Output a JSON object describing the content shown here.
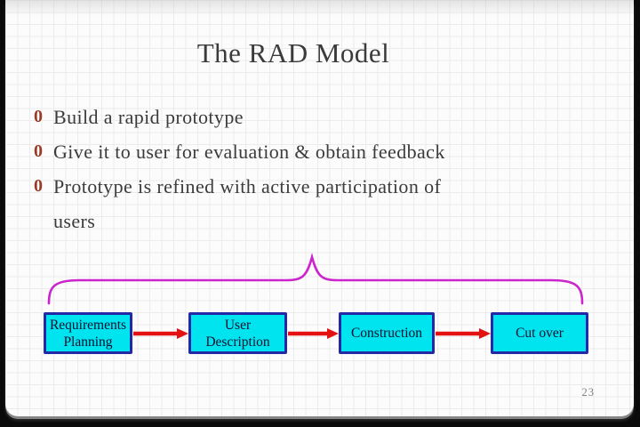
{
  "slide": {
    "title": "The RAD Model",
    "bullets": [
      {
        "marker": "0",
        "text": "Build a rapid prototype"
      },
      {
        "marker": "0",
        "text": "Give it to user for evaluation & obtain feedback"
      },
      {
        "marker": "0",
        "text": "Prototype is refined with active participation of\nusers"
      }
    ],
    "page_number": "23"
  },
  "diagram": {
    "boxes": [
      {
        "label": "Requirements Planning"
      },
      {
        "label": "User Description"
      },
      {
        "label": "Construction"
      },
      {
        "label": "Cut over"
      }
    ],
    "flow": "Requirements Planning -> User Description -> Construction -> Cut over"
  },
  "colors": {
    "title-text": "#3b3b3b",
    "body-text": "#3b3b3b",
    "bullet-marker": "#9a3b28",
    "brace": "#cb25cb",
    "arrow": "#e31111",
    "box-fill": "#00e4f0",
    "box-border": "#2328a6",
    "box-text": "#10102e",
    "page-number": "#7d7d7d"
  }
}
